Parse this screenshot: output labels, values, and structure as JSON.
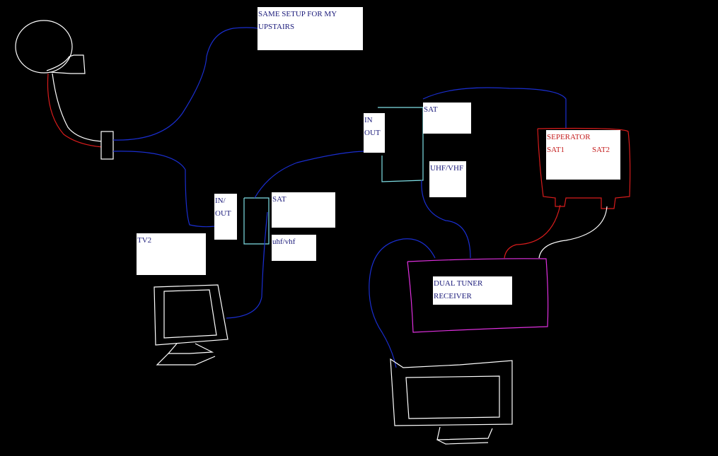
{
  "colors": {
    "background": "#000000",
    "cable_blue": "#1a2ed0",
    "cable_red": "#d81c1c",
    "cable_white": "#ffffff",
    "splitter_cyan": "#7fe0e6",
    "receiver_magenta": "#e030e0",
    "separator_red": "#d81c1c",
    "text_blue": "#1a1a7a",
    "text_red": "#c41e1e",
    "monitor_outline": "#ffffff"
  },
  "labels": {
    "upstairs_line1": "SAME SETUP FOR MY",
    "upstairs_line2": "UPSTAIRS",
    "in_out_1_in": "IN/",
    "in_out_1_out": "OUT",
    "sat_1": "SAT",
    "uhf_vhf_1": "uhf/vhf",
    "tv2": "TV2",
    "in_out_2_in": "IN",
    "in_out_2_out": "OUT",
    "sat_2": "SAT",
    "uhf_vhf_2": "UHF/VHF",
    "separator_title": "SEPERATOR",
    "separator_sat1": "SAT1",
    "separator_sat2": "SAT2",
    "receiver_line1": "DUAL TUNER",
    "receiver_line2": "RECEIVER"
  },
  "icons": {
    "satellite_dish": "satellite-dish-icon",
    "monitor_left": "monitor-icon",
    "monitor_right": "monitor-icon"
  }
}
